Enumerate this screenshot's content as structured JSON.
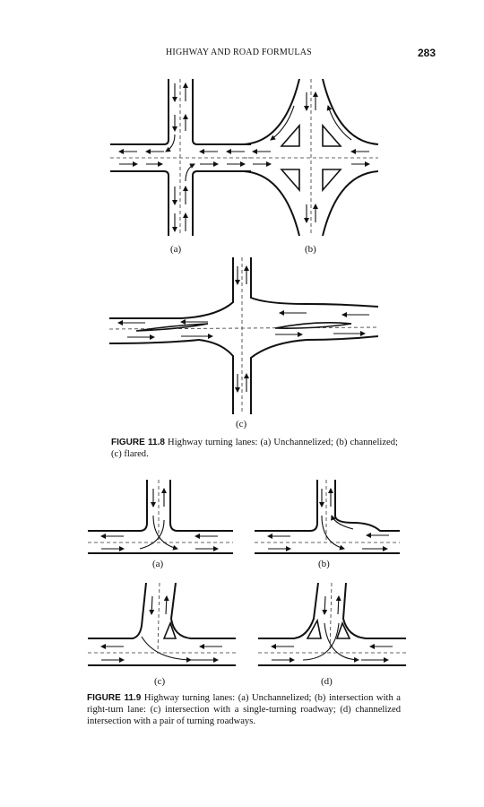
{
  "header": {
    "title": "HIGHWAY AND ROAD FORMULAS",
    "page_number": "283"
  },
  "figure_11_8": {
    "subfigures": [
      "(a)",
      "(b)",
      "(c)"
    ],
    "caption_label": "FIGURE 11.8",
    "caption_text": " Highway turning lanes: (a) Unchannelized; (b) channelized; (c) flared."
  },
  "figure_11_9": {
    "subfigures": [
      "(a)",
      "(b)",
      "(c)",
      "(d)"
    ],
    "caption_label": "FIGURE 11.9",
    "caption_text": " Highway turning lanes: (a) Unchannelized; (b) intersection with a right-turn lane: (c) intersection with a single-turning roadway; (d) channelized intersection with a pair of turning roadways."
  }
}
